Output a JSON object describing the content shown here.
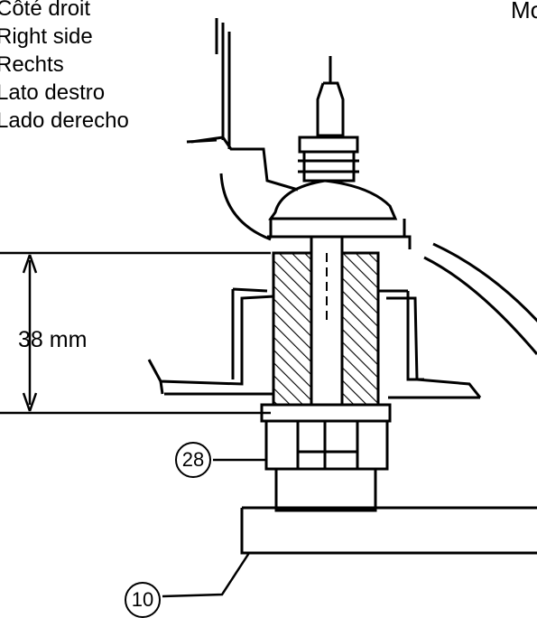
{
  "labels": {
    "side": [
      "Côté droit",
      "Right side",
      "Rechts",
      "Lato destro",
      "Lado derecho"
    ],
    "corner": "Mo",
    "dimension": "38 mm",
    "callouts": {
      "nut": "28",
      "base": "10"
    }
  },
  "colors": {
    "ink": "#000000",
    "paper": "#ffffff"
  }
}
